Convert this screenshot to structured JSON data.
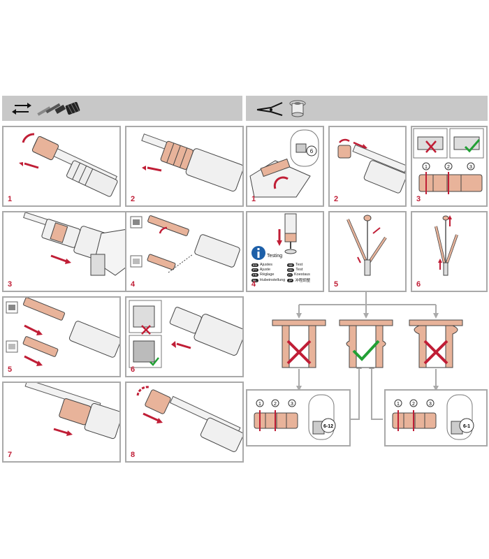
{
  "colors": {
    "accent_red": "#c01e36",
    "copper": "#e8b39a",
    "ok_green": "#22a035",
    "panel_border": "#a9a9a9",
    "header_bg": "#c8c8c8"
  },
  "icons": {
    "left_header": [
      "swap-arrows-icon",
      "mandrel-pins-icon",
      "nosepiece-icon"
    ],
    "right_header": [
      "pliers-tool-icon",
      "rivet-nut-icon"
    ],
    "testing": "info-icon"
  },
  "left_steps": [
    {
      "number": "1"
    },
    {
      "number": "2"
    },
    {
      "number": "3"
    },
    {
      "number": "4"
    },
    {
      "number": "5"
    },
    {
      "number": "6"
    },
    {
      "number": "7"
    },
    {
      "number": "8"
    }
  ],
  "right_steps": [
    {
      "number": "1",
      "callout": "6"
    },
    {
      "number": "2"
    },
    {
      "number": "3",
      "circles": [
        "1",
        "2",
        "3"
      ]
    },
    {
      "number": "4"
    },
    {
      "number": "5"
    },
    {
      "number": "6"
    }
  ],
  "testing": {
    "title": "Testing",
    "entries": [
      {
        "code": "ES",
        "label": "Ajustes"
      },
      {
        "code": "SE",
        "label": "Test"
      },
      {
        "code": "PT",
        "label": "Ajuste"
      },
      {
        "code": "DK",
        "label": "Test"
      },
      {
        "code": "FR",
        "label": "Réglage"
      },
      {
        "code": "FI",
        "label": "Koestaus"
      },
      {
        "code": "NL",
        "label": "Hubeinstellung"
      },
      {
        "code": "JP",
        "label": "冲程調整"
      }
    ]
  },
  "results": {
    "left_box": {
      "circles": [
        "1",
        "2",
        "3"
      ],
      "label": "6-12"
    },
    "right_box": {
      "circles": [
        "1",
        "2",
        "3"
      ],
      "label": "6-1"
    }
  }
}
